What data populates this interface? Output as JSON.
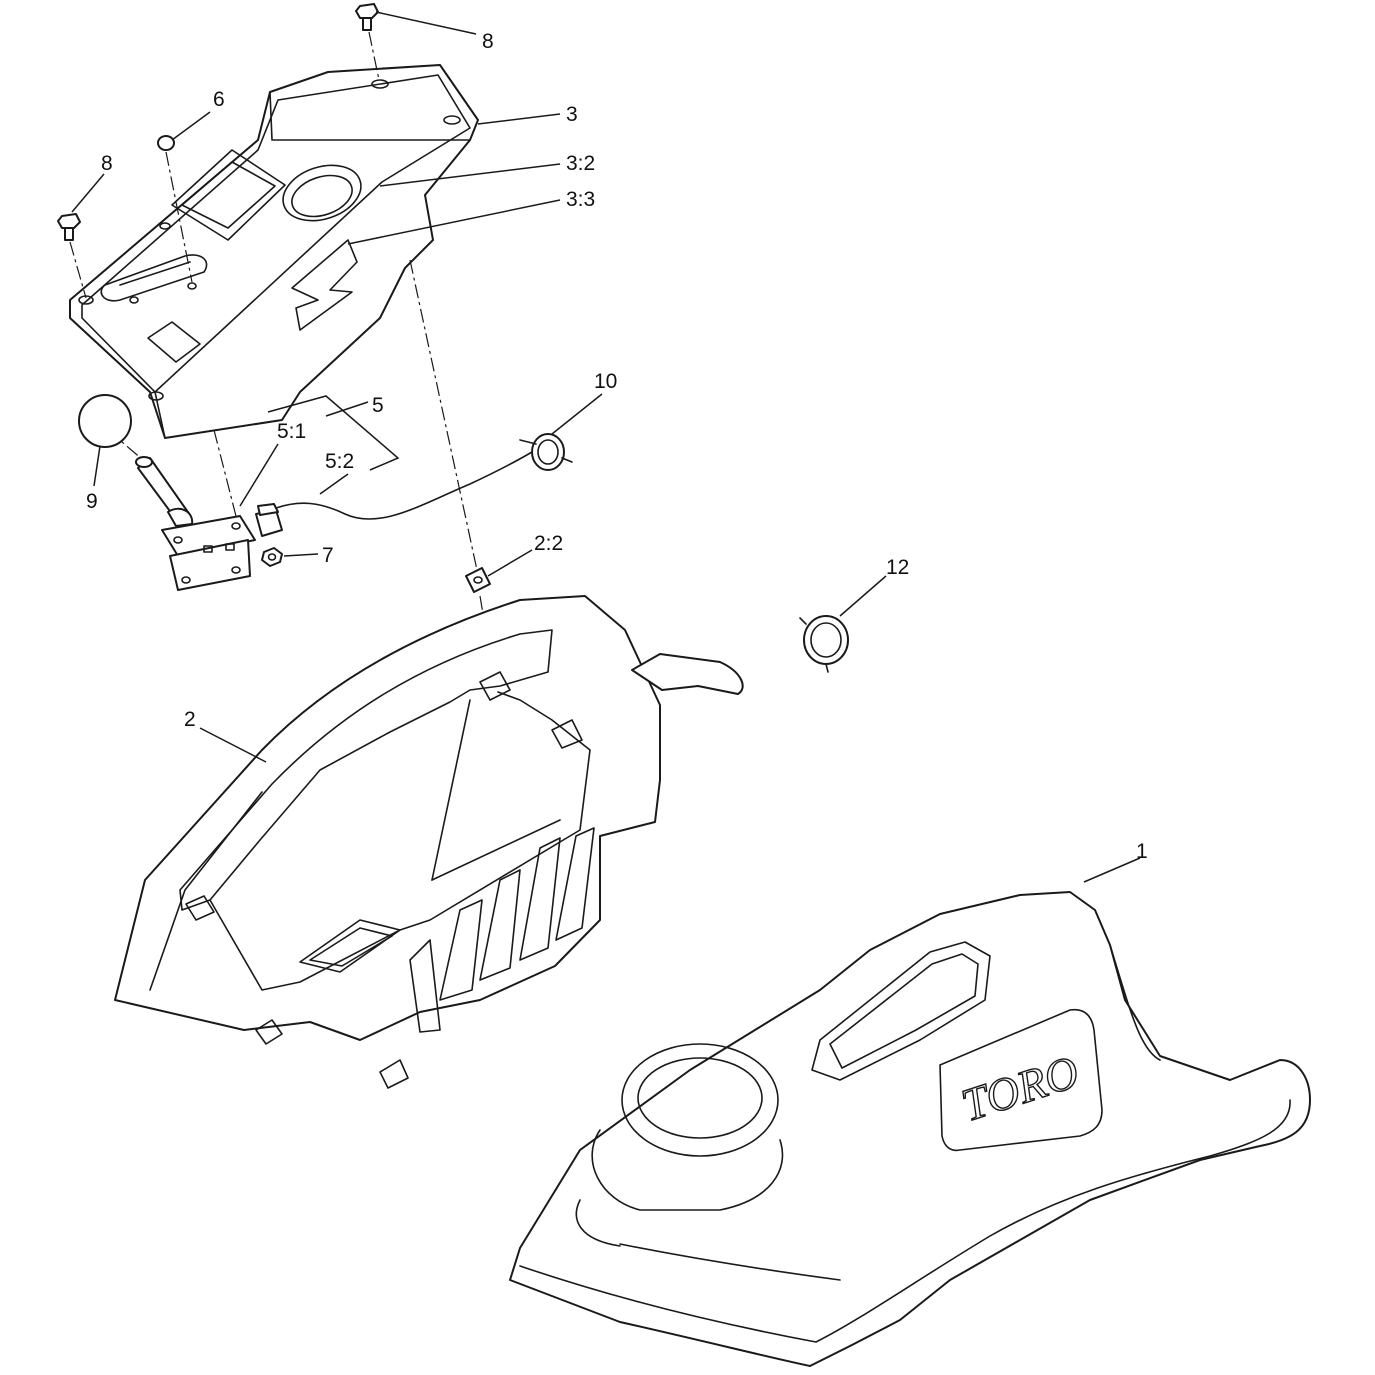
{
  "callouts": {
    "c1": "1",
    "c2": "2",
    "c2_2": "2:2",
    "c3": "3",
    "c3_2": "3:2",
    "c3_3": "3:3",
    "c5": "5",
    "c5_1": "5:1",
    "c5_2": "5:2",
    "c6": "6",
    "c7": "7",
    "c8_top": "8",
    "c8_left": "8",
    "c9": "9",
    "c10": "10",
    "c12": "12"
  },
  "logo": {
    "text": "TORO"
  }
}
